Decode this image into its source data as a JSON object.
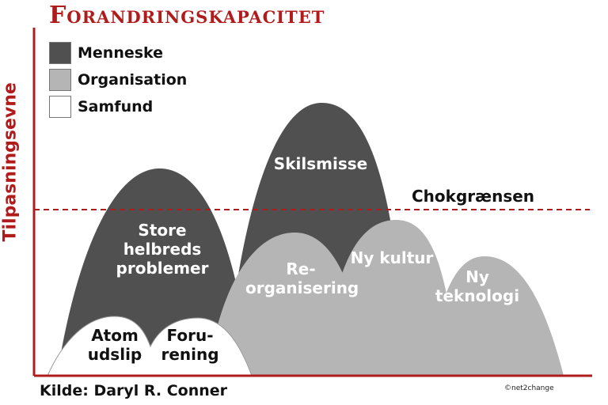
{
  "title": "Forandringskapacitet",
  "y_axis_label": "Tilpasningsevne",
  "legend": [
    {
      "label": "Menneske",
      "color": "#505050"
    },
    {
      "label": "Organisation",
      "color": "#b5b5b5"
    },
    {
      "label": "Samfund",
      "color": "#ffffff"
    }
  ],
  "threshold": {
    "label": "Chokgrænsen",
    "color": "#b01c1c"
  },
  "hills": {
    "store_helbreds_problemer": {
      "label_lines": [
        "Store",
        "helbreds",
        "problemer"
      ],
      "category": "Menneske"
    },
    "skilsmisse": {
      "label_lines": [
        "Skilsmisse"
      ],
      "category": "Menneske"
    },
    "reorganisering": {
      "label_lines": [
        "Re-",
        "organisering"
      ],
      "category": "Organisation"
    },
    "ny_kultur": {
      "label_lines": [
        "Ny kultur"
      ],
      "category": "Organisation"
    },
    "ny_teknologi": {
      "label_lines": [
        "Ny",
        "teknologi"
      ],
      "category": "Organisation"
    },
    "atom_udslip": {
      "label_lines": [
        "Atom",
        "udslip"
      ],
      "category": "Samfund"
    },
    "forurening": {
      "label_lines": [
        "Foru-",
        "rening"
      ],
      "category": "Samfund"
    }
  },
  "source": "Kilde: Daryl R. Conner",
  "copyright": "©net2change",
  "colors": {
    "accent": "#b01c1c",
    "dark_hill": "#505050",
    "light_hill": "#b5b5b5",
    "axis": "#b01c1c"
  }
}
